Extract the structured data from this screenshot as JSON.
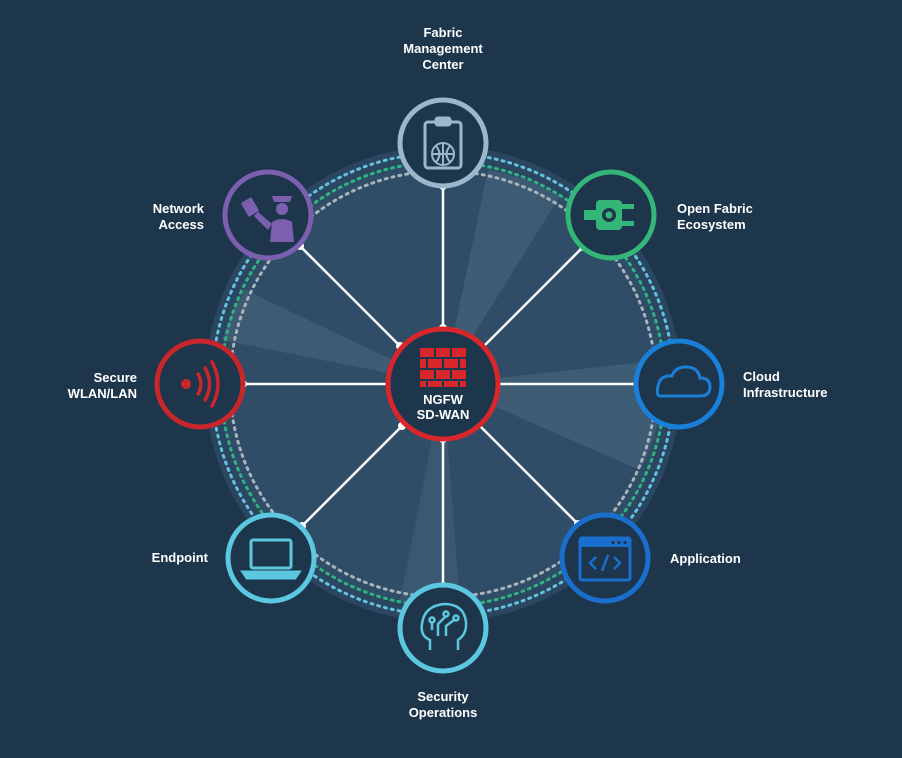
{
  "hub": {
    "label": "NGFW\nSD-WAN",
    "color": "#d8262a"
  },
  "nodes": [
    {
      "id": "fabric-management-center",
      "label": "Fabric\nManagement\nCenter",
      "color": "#9ab8c9",
      "icon": "clipboard-globe-icon"
    },
    {
      "id": "open-fabric-ecosystem",
      "label": "Open Fabric\nEcosystem",
      "color": "#34b679",
      "icon": "plug-gear-icon"
    },
    {
      "id": "cloud-infrastructure",
      "label": "Cloud\nInfrastructure",
      "color": "#1a7fd6",
      "icon": "cloud-icon"
    },
    {
      "id": "application",
      "label": "Application",
      "color": "#1a6fce",
      "icon": "code-window-icon"
    },
    {
      "id": "security-operations",
      "label": "Security\nOperations",
      "color": "#5bc8e0",
      "icon": "brain-circuit-icon"
    },
    {
      "id": "endpoint",
      "label": "Endpoint",
      "color": "#5bc8e0",
      "icon": "laptop-icon"
    },
    {
      "id": "secure-wlan-lan",
      "label": "Secure\nWLAN/LAN",
      "color": "#c8262a",
      "icon": "wireless-signal-icon"
    },
    {
      "id": "network-access",
      "label": "Network\nAccess",
      "color": "#7d5fb0",
      "icon": "guard-icon"
    }
  ],
  "colors": {
    "background": "#1e364c",
    "ring": "#2d4a62",
    "spoke": "#ffffff",
    "dots_outer": "#63c3de",
    "dots_mid": "#2fb383",
    "dots_inner": "#aab4bc"
  }
}
